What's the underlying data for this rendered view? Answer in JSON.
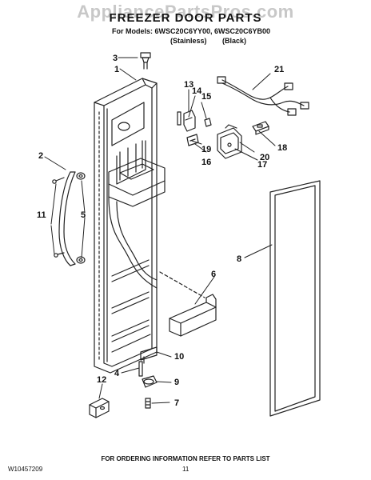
{
  "header": {
    "watermark": "AppliancePartsPros.com",
    "title": "FREEZER DOOR PARTS",
    "models_line": "For Models: 6WSC20C6YY00, 6WSC20C6YB00",
    "variant_1": "(Stainless)",
    "variant_2": "(Black)"
  },
  "callouts": {
    "c1": "1",
    "c2": "2",
    "c3": "3",
    "c4": "4",
    "c5": "5",
    "c6": "6",
    "c7": "7",
    "c8": "8",
    "c9": "9",
    "c10": "10",
    "c11": "11",
    "c12": "12",
    "c13": "13",
    "c14": "14",
    "c15": "15",
    "c16": "16",
    "c17": "17",
    "c18": "18",
    "c19": "19",
    "c20": "20",
    "c21": "21"
  },
  "footer": {
    "note": "FOR ORDERING INFORMATION REFER TO PARTS LIST",
    "doc_id": "W10457209",
    "page": "11"
  }
}
